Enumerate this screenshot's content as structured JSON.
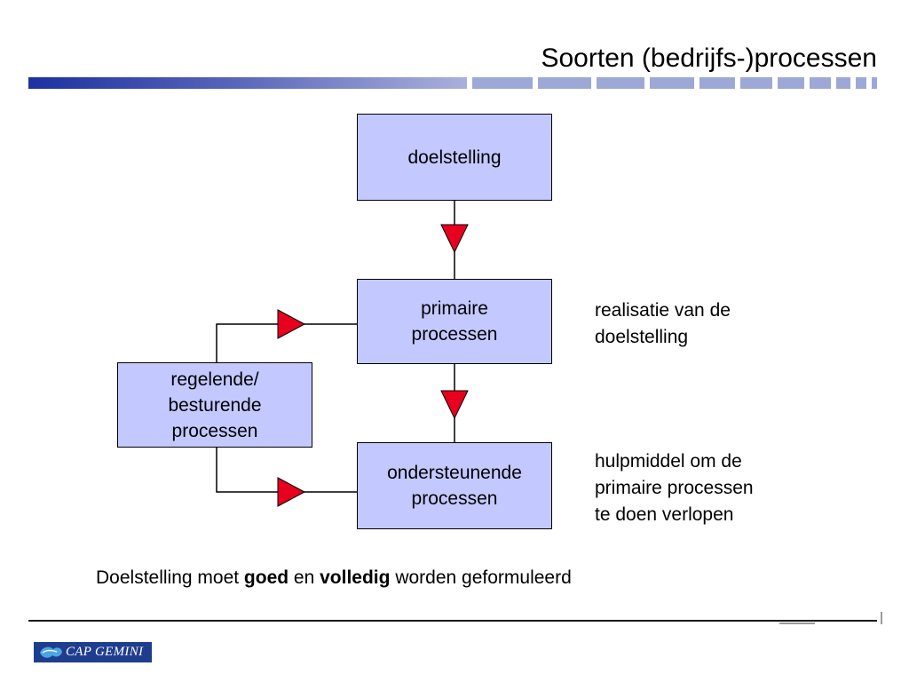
{
  "slide": {
    "title": "Soorten (bedrijfs-)processen"
  },
  "diagram": {
    "boxes": {
      "goal": "doelstelling",
      "primary_line1": "primaire",
      "primary_line2": "processen",
      "control_line1": "regelende/",
      "control_line2": "besturende",
      "control_line3": "processen",
      "support_line1": "ondersteunende",
      "support_line2": "processen"
    },
    "notes": {
      "primary_line1": "realisatie van de",
      "primary_line2": "doelstelling",
      "support_line1": "hulpmiddel om de",
      "support_line2": "primaire processen",
      "support_line3": "te doen verlopen"
    },
    "colors": {
      "box_fill": "#c3c9ff",
      "arrow_fill": "#e8001f"
    }
  },
  "statement": {
    "part1": "Doelstelling moet ",
    "bold1": "goed",
    "part2": " en ",
    "bold2": "volledig",
    "part3": " worden geformuleerd"
  },
  "footer": {
    "logo_text": "CAP GEMINI"
  }
}
